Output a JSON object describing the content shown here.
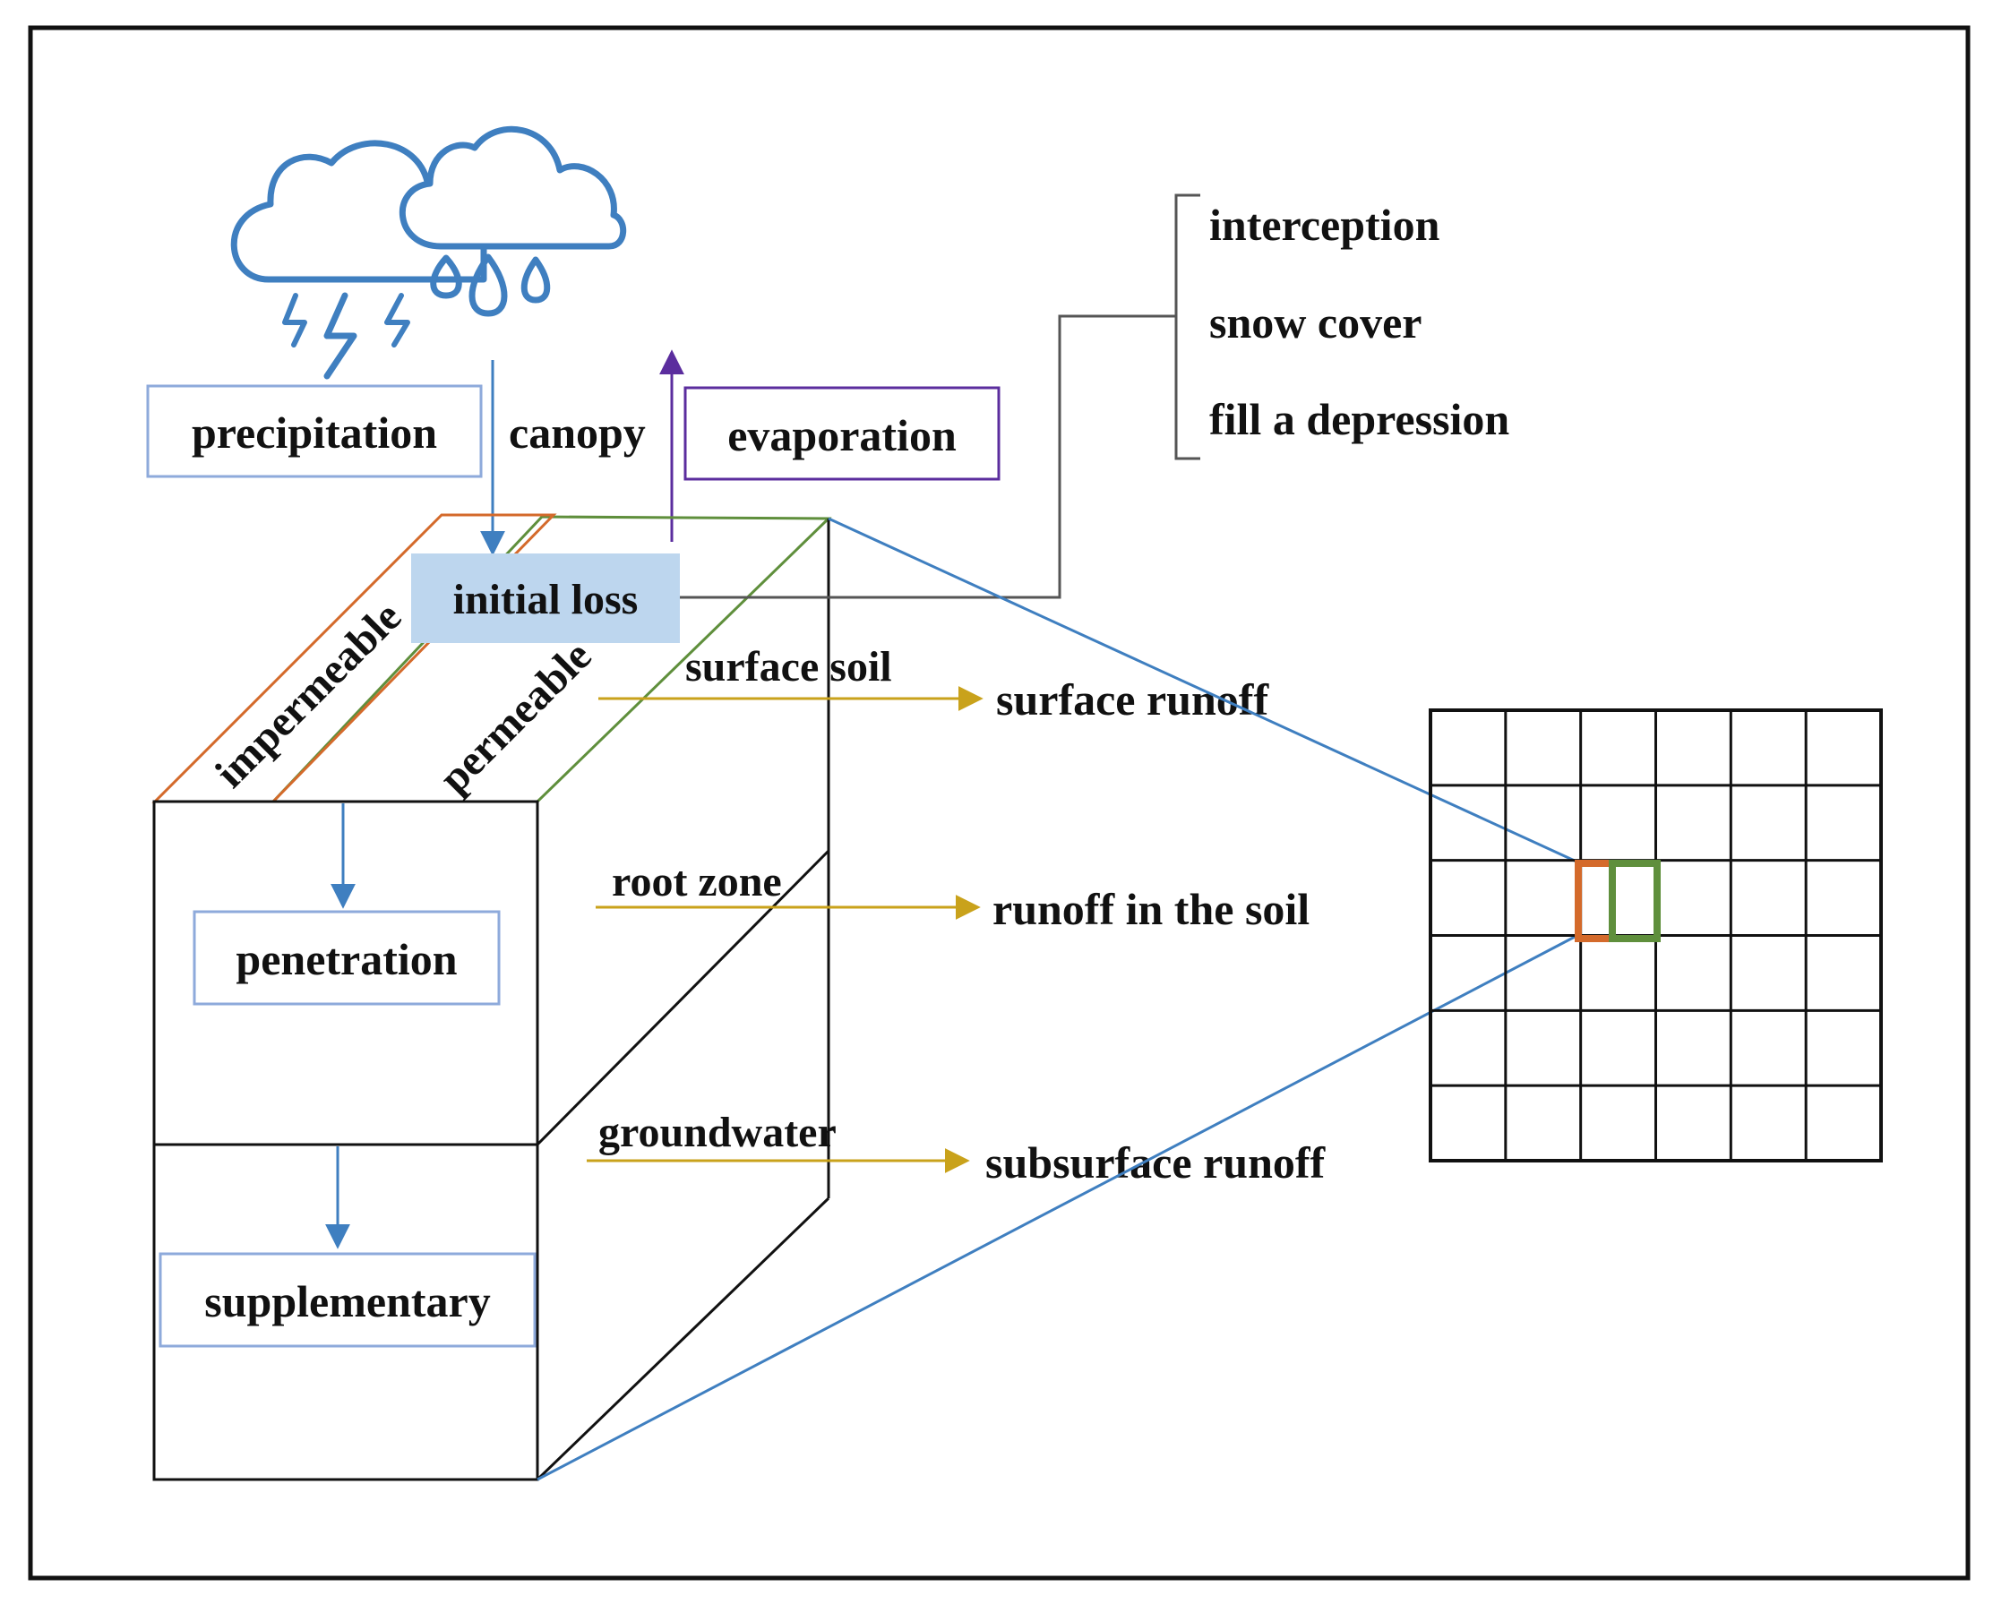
{
  "colors": {
    "blue_line": "#3f7fc0",
    "light_blue_box": "#bdd6ee",
    "box_border_blue": "#8eaadb",
    "purple": "#5b2d9e",
    "orange": "#d46a2b",
    "green": "#5f8f3c",
    "gold_arrow": "#c9a21b",
    "gray_line": "#555555",
    "black": "#111111"
  },
  "icons": {
    "weather": "storm-cloud-rain-icon"
  },
  "labels": {
    "precipitation": "precipitation",
    "canopy": "canopy",
    "evaporation": "evaporation",
    "initial_loss": "initial loss",
    "impermeable": "impermeable",
    "permeable": "permeable",
    "surface_soil": "surface soil",
    "root_zone": "root zone",
    "groundwater": "groundwater",
    "penetration": "penetration",
    "supplementary": "supplementary"
  },
  "outputs": {
    "surface_runoff": "surface runoff",
    "runoff_in_soil": "runoff in the soil",
    "subsurface_runoff": "subsurface runoff"
  },
  "initial_loss_components": [
    "interception",
    "snow cover",
    "fill a depression"
  ],
  "grid": {
    "rows": 6,
    "cols": 6
  }
}
